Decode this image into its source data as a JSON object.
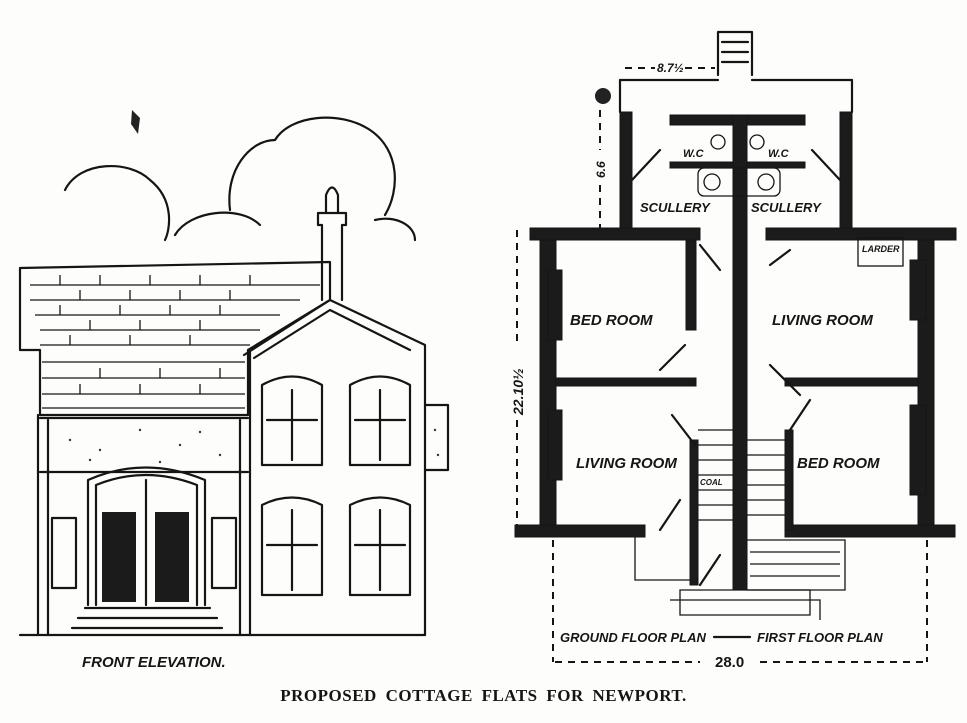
{
  "elevation": {
    "label": "FRONT ELEVATION."
  },
  "plan": {
    "rooms": {
      "bed_room_upper": "BED ROOM",
      "living_room_upper": "LIVING ROOM",
      "living_room_lower": "LIVING ROOM",
      "bed_room_lower": "BED ROOM",
      "scullery_left": "SCULLERY",
      "scullery_right": "SCULLERY",
      "wc_left": "W.C",
      "wc_right": "W.C",
      "larder": "LARDER",
      "coal": "COAL"
    },
    "dimensions": {
      "top_width": "8.7½",
      "scullery_depth": "6.6",
      "main_depth": "22.10½",
      "overall_width": "28.0"
    },
    "ground_floor_label": "GROUND FLOOR PLAN",
    "first_floor_label": "FIRST FLOOR PLAN"
  },
  "caption": "PROPOSED COTTAGE FLATS FOR  NEWPORT."
}
